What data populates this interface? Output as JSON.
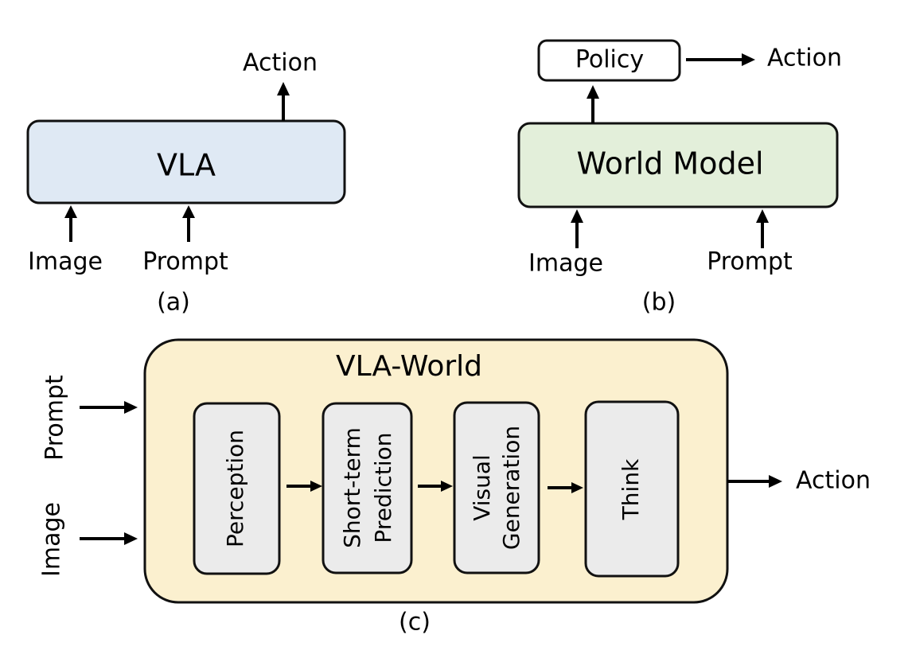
{
  "colors": {
    "vla_fill": "#dfe9f4",
    "world_model_fill": "#e3efda",
    "vla_world_fill": "#fbf0cf",
    "module_fill": "#ebebeb",
    "policy_fill": "#ffffff",
    "stroke": "#111111"
  },
  "panel_a": {
    "box_label": "VLA",
    "output_label": "Action",
    "input_image_label": "Image",
    "input_prompt_label": "Prompt",
    "caption": "(a)"
  },
  "panel_b": {
    "box_label": "World Model",
    "policy_label": "Policy",
    "output_label": "Action",
    "input_image_label": "Image",
    "input_prompt_label": "Prompt",
    "caption": "(b)"
  },
  "panel_c": {
    "container_label": "VLA-World",
    "input_prompt_label": "Prompt",
    "input_image_label": "Image",
    "output_label": "Action",
    "caption": "(c)",
    "modules": [
      {
        "line1": "Perception",
        "line2": ""
      },
      {
        "line1": "Short-term",
        "line2": "Prediction"
      },
      {
        "line1": "Visual",
        "line2": "Generation"
      },
      {
        "line1": "Think",
        "line2": ""
      }
    ]
  }
}
